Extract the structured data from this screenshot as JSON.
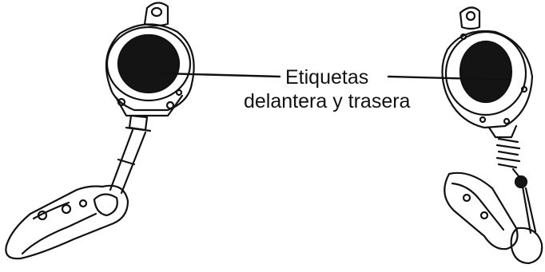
{
  "callout": {
    "line1": "Etiquetas",
    "line2": "delantera y trasera"
  },
  "colors": {
    "ink": "#111111",
    "label_fill": "#141414",
    "paper": "#ffffff"
  },
  "icons": {
    "left_device": "self-retracting-lifeline-front-view",
    "right_device": "self-retracting-lifeline-side-view",
    "hook": "snap-hook"
  }
}
